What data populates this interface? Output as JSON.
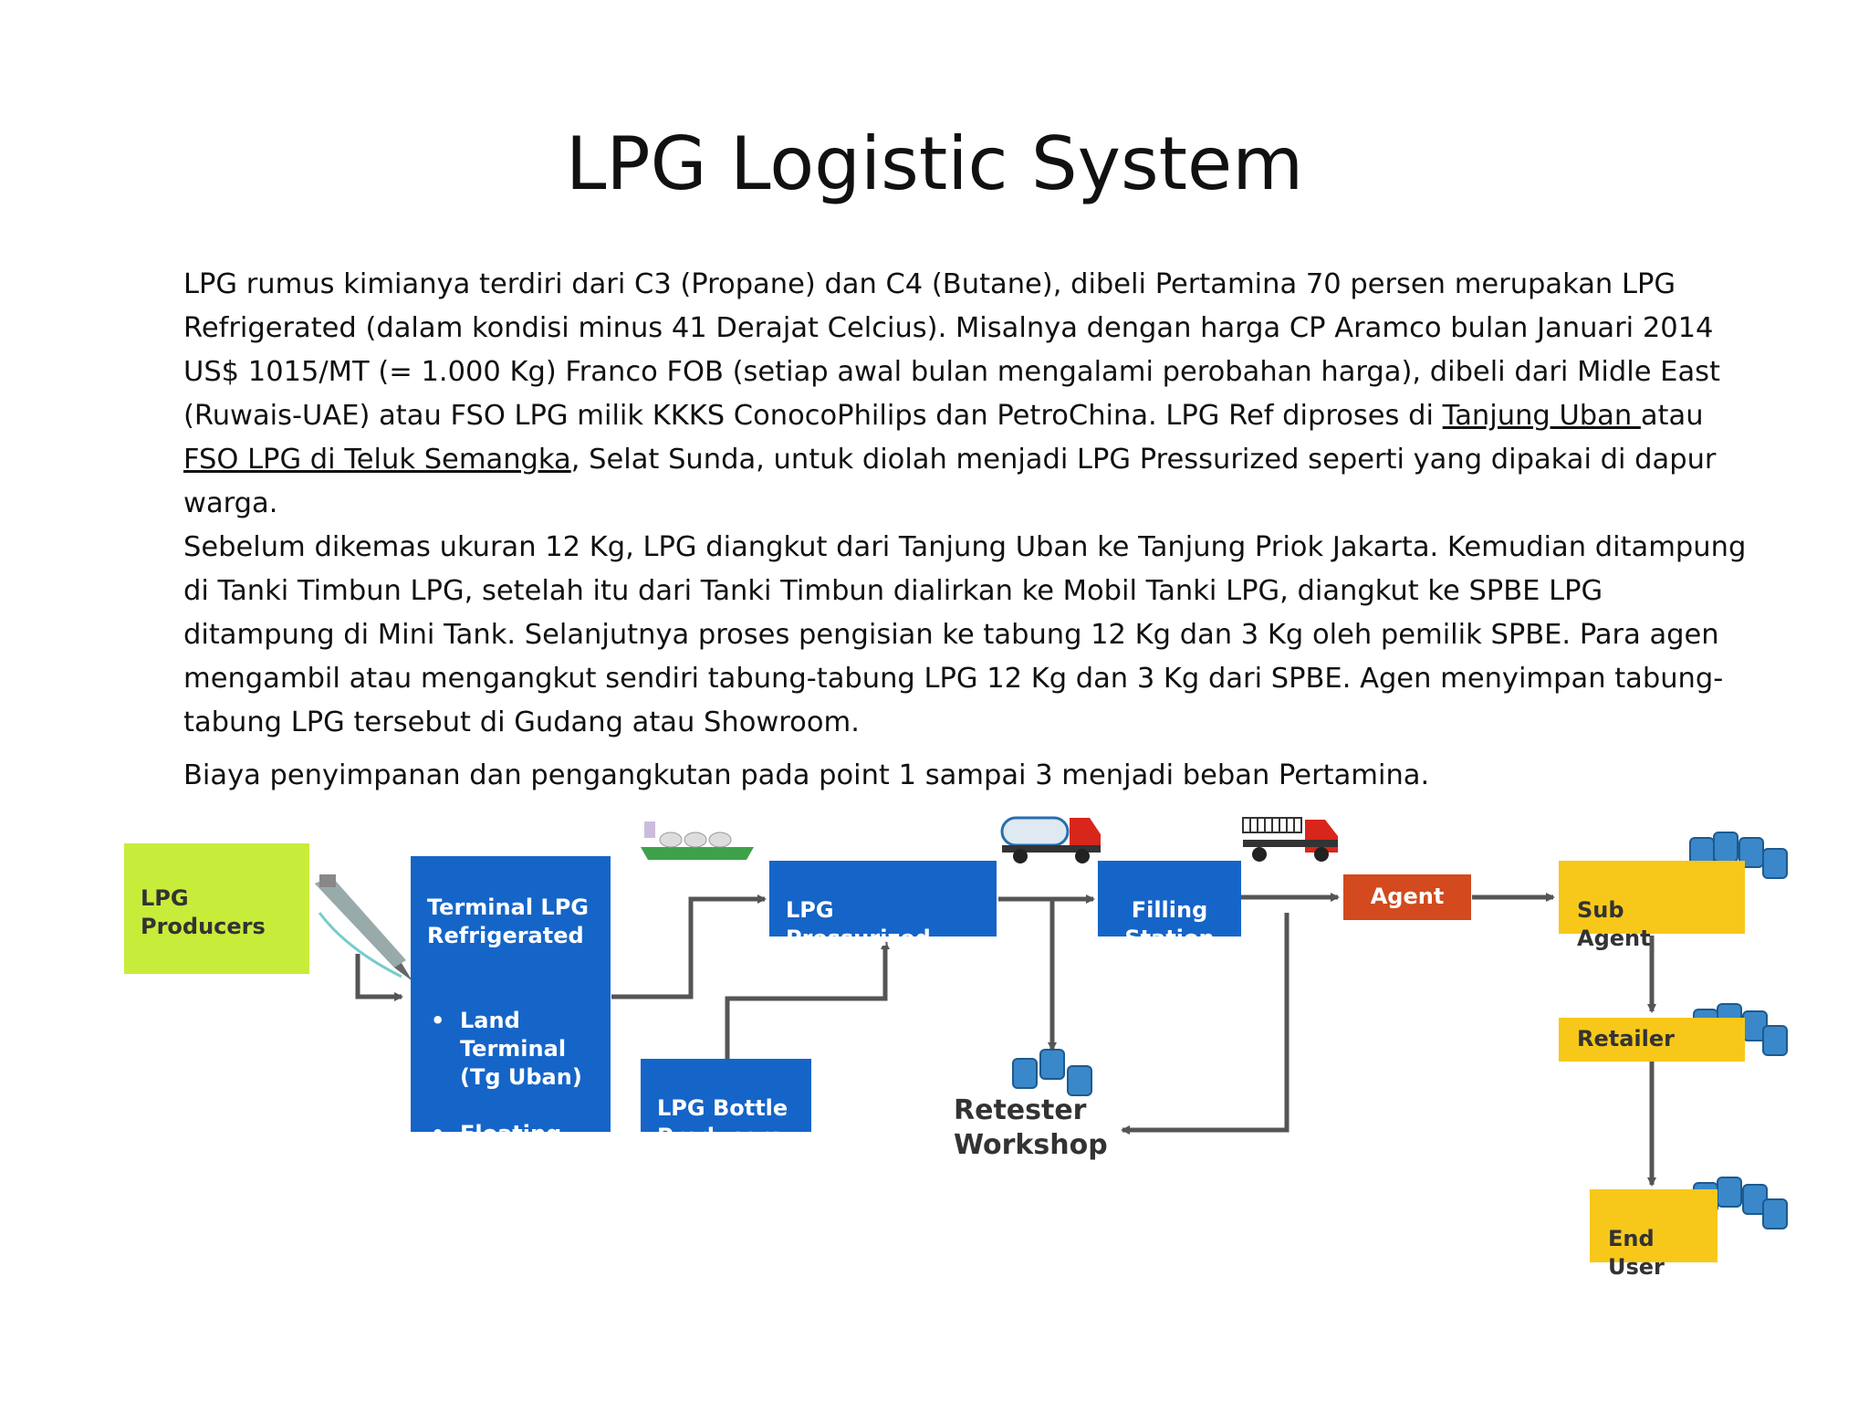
{
  "title": "LPG Logistic System",
  "paragraphs": {
    "p1_pre": "LPG rumus kimianya terdiri dari C3 (Propane) dan C4 (Butane),  dibeli Pertamina 70 persen  merupakan LPG Refrigerated (dalam kondisi minus 41 Derajat Celcius). Misalnya dengan harga CP Aramco bulan Januari 2014 US$ 1015/MT (= 1.000 Kg) Franco FOB (setiap awal bulan mengalami perobahan harga), dibeli dari Midle East (Ruwais-UAE)  atau FSO LPG milik KKKS ConocoPhilips dan PetroChina.  LPG Ref diproses di ",
    "p1_link1": "Tanjung Uban ",
    "p1_mid": "atau ",
    "p1_link2": "FSO LPG di Teluk Semangka",
    "p1_post": ", Selat Sunda, untuk diolah menjadi LPG Pressurized seperti yang dipakai di dapur warga.",
    "p2": "Sebelum dikemas ukuran 12 Kg,  LPG diangkut dari Tanjung Uban ke Tanjung Priok Jakarta. Kemudian ditampung di Tanki Timbun LPG, setelah itu dari Tanki Timbun dialirkan ke Mobil Tanki LPG, diangkut ke SPBE LPG ditampung di Mini Tank. Selanjutnya proses pengisian ke tabung 12 Kg dan 3 Kg oleh pemilik SPBE.  Para agen mengambil atau mengangkut sendiri tabung-tabung LPG 12 Kg dan 3 Kg dari SPBE. Agen menyimpan tabung-tabung LPG tersebut di Gudang atau Showroom.",
    "p3": "Biaya penyimpanan dan pengangkutan pada point 1 sampai 3 menjadi beban Pertamina."
  },
  "diagram": {
    "producers": "LPG\nProducers",
    "terminal_title": "Terminal LPG\nRefrigerated",
    "terminal_items": [
      "Land\nTerminal\n(Tg Uban)",
      "Floating\nStorage\nOffloading\n(FSO)"
    ],
    "depot": "LPG Pressurized\nDepot",
    "bottle_producers": "LPG Bottle\nProducers",
    "filling_station": "Filling\nStation",
    "agent": "Agent",
    "sub_agent": "Sub\nAgent",
    "retailer": "Retailer",
    "end_user": "End\nUser",
    "retester": "Retester\nWorkshop",
    "colors": {
      "blue": "#1565c8",
      "producers_green": "#c8ec3a",
      "agent_red": "#d24a1e",
      "retail_yellow": "#f7c81a",
      "arrow": "#555555"
    },
    "icons": [
      "ship-icon",
      "barge-icon",
      "tank-truck-icon",
      "cargo-truck-icon",
      "gas-cylinders-icon"
    ]
  }
}
